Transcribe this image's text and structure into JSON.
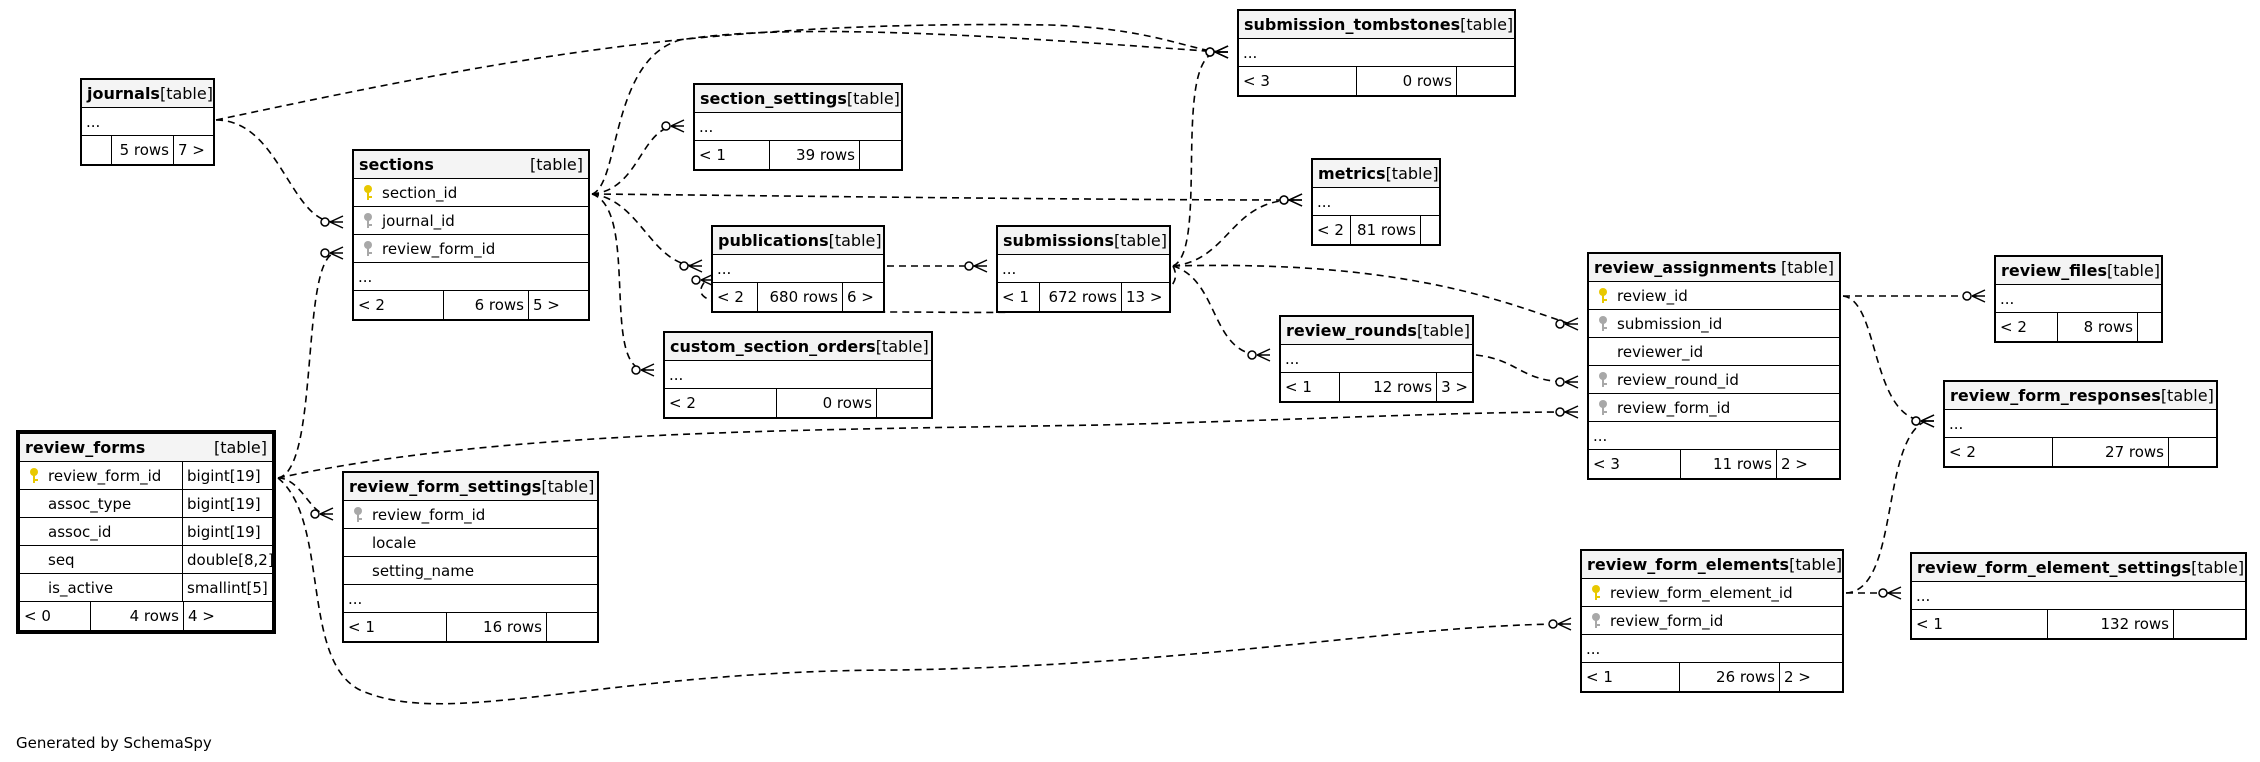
{
  "tables": [
    {
      "id": "journals",
      "name": "journals",
      "label": "[table]",
      "columns": [],
      "more": "...",
      "parents": "",
      "rows": "5 rows",
      "children": "7 >"
    },
    {
      "id": "sections",
      "name": "sections",
      "label": "[table]",
      "columns": [
        {
          "name": "section_id",
          "key": "pk"
        },
        {
          "name": "journal_id",
          "key": "fk"
        },
        {
          "name": "review_form_id",
          "key": "fk"
        }
      ],
      "more": "...",
      "parents": "< 2",
      "rows": "6 rows",
      "children": "5 >"
    },
    {
      "id": "submission_tombstones",
      "name": "submission_tombstones",
      "label": "[table]",
      "columns": [],
      "more": "...",
      "parents": "< 3",
      "rows": "0 rows",
      "children": ""
    },
    {
      "id": "section_settings",
      "name": "section_settings",
      "label": "[table]",
      "columns": [],
      "more": "...",
      "parents": "< 1",
      "rows": "39 rows",
      "children": ""
    },
    {
      "id": "metrics",
      "name": "metrics",
      "label": "[table]",
      "columns": [],
      "more": "...",
      "parents": "< 2",
      "rows": "81 rows",
      "children": ""
    },
    {
      "id": "publications",
      "name": "publications",
      "label": "[table]",
      "columns": [],
      "more": "...",
      "parents": "< 2",
      "rows": "680 rows",
      "children": "6 >"
    },
    {
      "id": "submissions",
      "name": "submissions",
      "label": "[table]",
      "columns": [],
      "more": "...",
      "parents": "< 1",
      "rows": "672 rows",
      "children": "13 >"
    },
    {
      "id": "custom_section_orders",
      "name": "custom_section_orders",
      "label": "[table]",
      "columns": [],
      "more": "...",
      "parents": "< 2",
      "rows": "0 rows",
      "children": ""
    },
    {
      "id": "review_rounds",
      "name": "review_rounds",
      "label": "[table]",
      "columns": [],
      "more": "...",
      "parents": "< 1",
      "rows": "12 rows",
      "children": "3 >"
    },
    {
      "id": "review_assignments",
      "name": "review_assignments",
      "label": "[table]",
      "columns": [
        {
          "name": "review_id",
          "key": "pk"
        },
        {
          "name": "submission_id",
          "key": "fk"
        },
        {
          "name": "reviewer_id",
          "key": ""
        },
        {
          "name": "review_round_id",
          "key": "fk"
        },
        {
          "name": "review_form_id",
          "key": "fk"
        }
      ],
      "more": "...",
      "parents": "< 3",
      "rows": "11 rows",
      "children": "2 >"
    },
    {
      "id": "review_files",
      "name": "review_files",
      "label": "[table]",
      "columns": [],
      "more": "...",
      "parents": "< 2",
      "rows": "8 rows",
      "children": ""
    },
    {
      "id": "review_form_responses",
      "name": "review_form_responses",
      "label": "[table]",
      "columns": [],
      "more": "...",
      "parents": "< 2",
      "rows": "27 rows",
      "children": ""
    },
    {
      "id": "review_forms",
      "name": "review_forms",
      "label": "[table]",
      "focus": true,
      "columns": [
        {
          "name": "review_form_id",
          "key": "pk",
          "type": "bigint[19]"
        },
        {
          "name": "assoc_type",
          "key": "",
          "type": "bigint[19]"
        },
        {
          "name": "assoc_id",
          "key": "",
          "type": "bigint[19]"
        },
        {
          "name": "seq",
          "key": "",
          "type": "double[8,2]"
        },
        {
          "name": "is_active",
          "key": "",
          "type": "smallint[5]"
        }
      ],
      "more": "",
      "parents": "< 0",
      "rows": "4 rows",
      "children": "4 >"
    },
    {
      "id": "review_form_settings",
      "name": "review_form_settings",
      "label": "[table]",
      "columns": [
        {
          "name": "review_form_id",
          "key": "fk"
        },
        {
          "name": "locale",
          "key": ""
        },
        {
          "name": "setting_name",
          "key": ""
        }
      ],
      "more": "...",
      "parents": "< 1",
      "rows": "16 rows",
      "children": ""
    },
    {
      "id": "review_form_elements",
      "name": "review_form_elements",
      "label": "[table]",
      "columns": [
        {
          "name": "review_form_element_id",
          "key": "pk"
        },
        {
          "name": "review_form_id",
          "key": "fk"
        }
      ],
      "more": "...",
      "parents": "< 1",
      "rows": "26 rows",
      "children": "2 >"
    },
    {
      "id": "review_form_element_settings",
      "name": "review_form_element_settings",
      "label": "[table]",
      "columns": [],
      "more": "...",
      "parents": "< 1",
      "rows": "132 rows",
      "children": ""
    }
  ],
  "relationships": [
    {
      "from": "journals",
      "to": "sections"
    },
    {
      "from": "journals",
      "to": "submission_tombstones"
    },
    {
      "from": "sections",
      "to": "section_settings"
    },
    {
      "from": "sections",
      "to": "submission_tombstones"
    },
    {
      "from": "sections",
      "to": "metrics"
    },
    {
      "from": "sections",
      "to": "publications"
    },
    {
      "from": "sections",
      "to": "custom_section_orders"
    },
    {
      "from": "publications",
      "to": "submissions"
    },
    {
      "from": "submissions",
      "to": "publications"
    },
    {
      "from": "submissions",
      "to": "submission_tombstones"
    },
    {
      "from": "submissions",
      "to": "metrics"
    },
    {
      "from": "submissions",
      "to": "review_rounds"
    },
    {
      "from": "submissions",
      "to": "review_assignments"
    },
    {
      "from": "review_rounds",
      "to": "review_assignments"
    },
    {
      "from": "review_assignments",
      "to": "review_files"
    },
    {
      "from": "review_assignments",
      "to": "review_form_responses"
    },
    {
      "from": "review_forms",
      "to": "sections"
    },
    {
      "from": "review_forms",
      "to": "review_form_settings"
    },
    {
      "from": "review_forms",
      "to": "review_assignments"
    },
    {
      "from": "review_forms",
      "to": "review_form_elements"
    },
    {
      "from": "review_form_elements",
      "to": "review_form_responses"
    },
    {
      "from": "review_form_elements",
      "to": "review_form_element_settings"
    }
  ],
  "credit": "Generated by SchemaSpy",
  "colors": {
    "pk_key": "#e8c800",
    "fk_key": "#a8a8a8",
    "header_bg": "#f4f4f4",
    "edge": "#000000"
  }
}
